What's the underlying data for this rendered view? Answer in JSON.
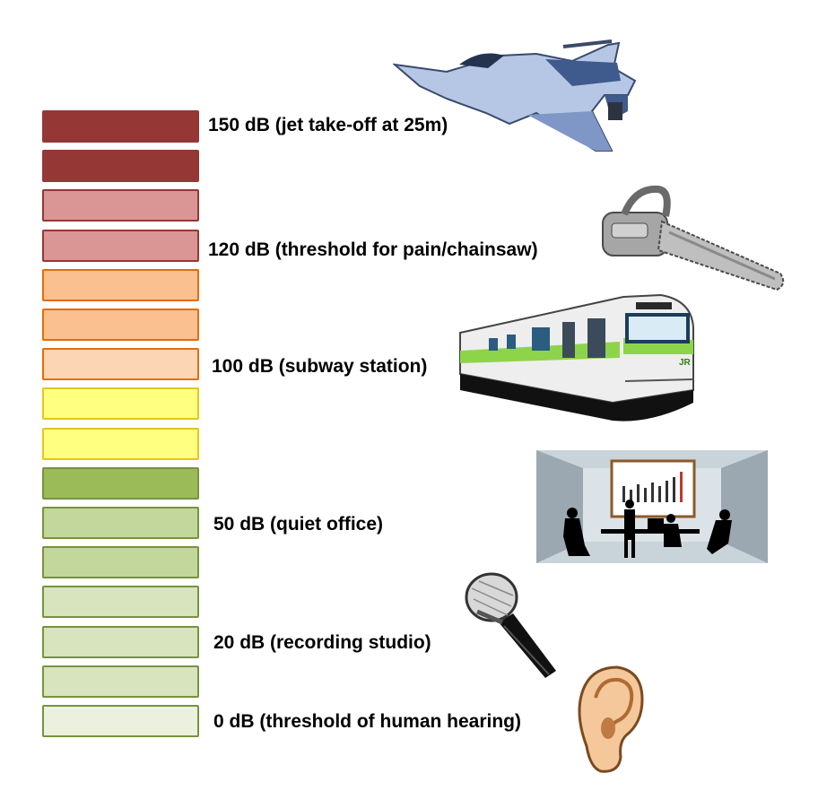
{
  "scale_blocks": [
    {
      "fill": "#953735",
      "border": "#953735"
    },
    {
      "fill": "#953735",
      "border": "#953735"
    },
    {
      "fill": "#d99694",
      "border": "#953735"
    },
    {
      "fill": "#d99694",
      "border": "#953735"
    },
    {
      "fill": "#fac090",
      "border": "#e46c0a"
    },
    {
      "fill": "#fac090",
      "border": "#e46c0a"
    },
    {
      "fill": "#fcd5b5",
      "border": "#e46c0a"
    },
    {
      "fill": "#ffff80",
      "border": "#e6c619"
    },
    {
      "fill": "#ffff80",
      "border": "#e6c619"
    },
    {
      "fill": "#9bbb59",
      "border": "#77933c"
    },
    {
      "fill": "#c3d69b",
      "border": "#77933c"
    },
    {
      "fill": "#c3d69b",
      "border": "#77933c"
    },
    {
      "fill": "#d7e4bd",
      "border": "#77933c"
    },
    {
      "fill": "#d7e4bd",
      "border": "#77933c"
    },
    {
      "fill": "#d7e4bd",
      "border": "#77933c"
    },
    {
      "fill": "#ebf1de",
      "border": "#77933c"
    }
  ],
  "labels": {
    "l150": "150 dB (jet take-off at 25m)",
    "l120": "120 dB (threshold for pain/chainsaw)",
    "l100": "100 dB (subway station)",
    "l50": "50 dB (quiet office)",
    "l20": "20 dB (recording studio)",
    "l0": "0 dB (threshold of human hearing)"
  },
  "icons": [
    "jet-icon",
    "chainsaw-icon",
    "train-icon",
    "office-meeting-icon",
    "microphone-icon",
    "ear-icon"
  ],
  "train_logo": "JR"
}
